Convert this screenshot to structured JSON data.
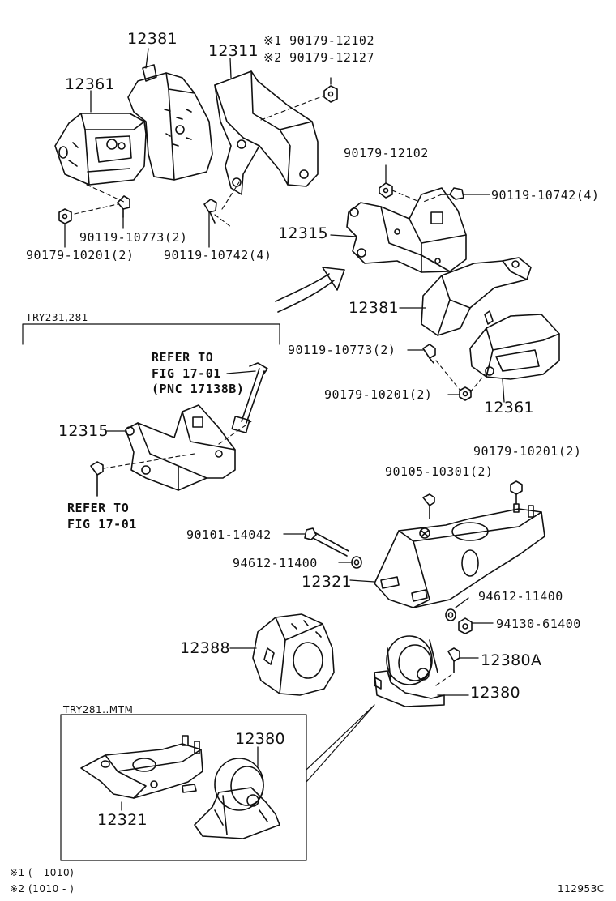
{
  "parts": {
    "p12381_top": "12381",
    "p12311": "12311",
    "p12361_top": "12361",
    "note1_code": "※1 90179-12102",
    "note2_code": "※2 90179-12127",
    "p90119_10773_a": "90119-10773(2)",
    "p90179_10201_a": "90179-10201(2)",
    "p90119_10742_a": "90119-10742(4)",
    "p90179_12102": "90179-12102",
    "p90119_10742_b": "90119-10742(4)",
    "p12315_main": "12315",
    "p12381_main": "12381",
    "p90119_10773_b": "90119-10773(2)",
    "p90179_10201_b": "90179-10201(2)",
    "p12361_main": "12361",
    "p12315_sub": "12315",
    "p90179_10201_c": "90179-10201(2)",
    "p90105_10301": "90105-10301(2)",
    "p90101_14042": "90101-14042",
    "p94612_a": "94612-11400",
    "p12321_main": "12321",
    "p94612_b": "94612-11400",
    "p94130": "94130-61400",
    "p12388": "12388",
    "p12380A": "12380A",
    "p12380_main": "12380",
    "p12380_sub": "12380",
    "p12321_sub": "12321"
  },
  "notes": {
    "refer_to_1": "REFER TO",
    "fig_1": "FIG 17-01",
    "pnc": "(PNC 17138B)",
    "refer_to_2": "REFER TO",
    "fig_2": "FIG 17-01"
  },
  "sections": {
    "try231": "TRY231,281",
    "try281": "TRY281..MTM"
  },
  "footnotes": {
    "fn1": "※1 (      - 1010)",
    "fn2": "※2 (1010 -       )"
  },
  "figure_id": "112953C"
}
